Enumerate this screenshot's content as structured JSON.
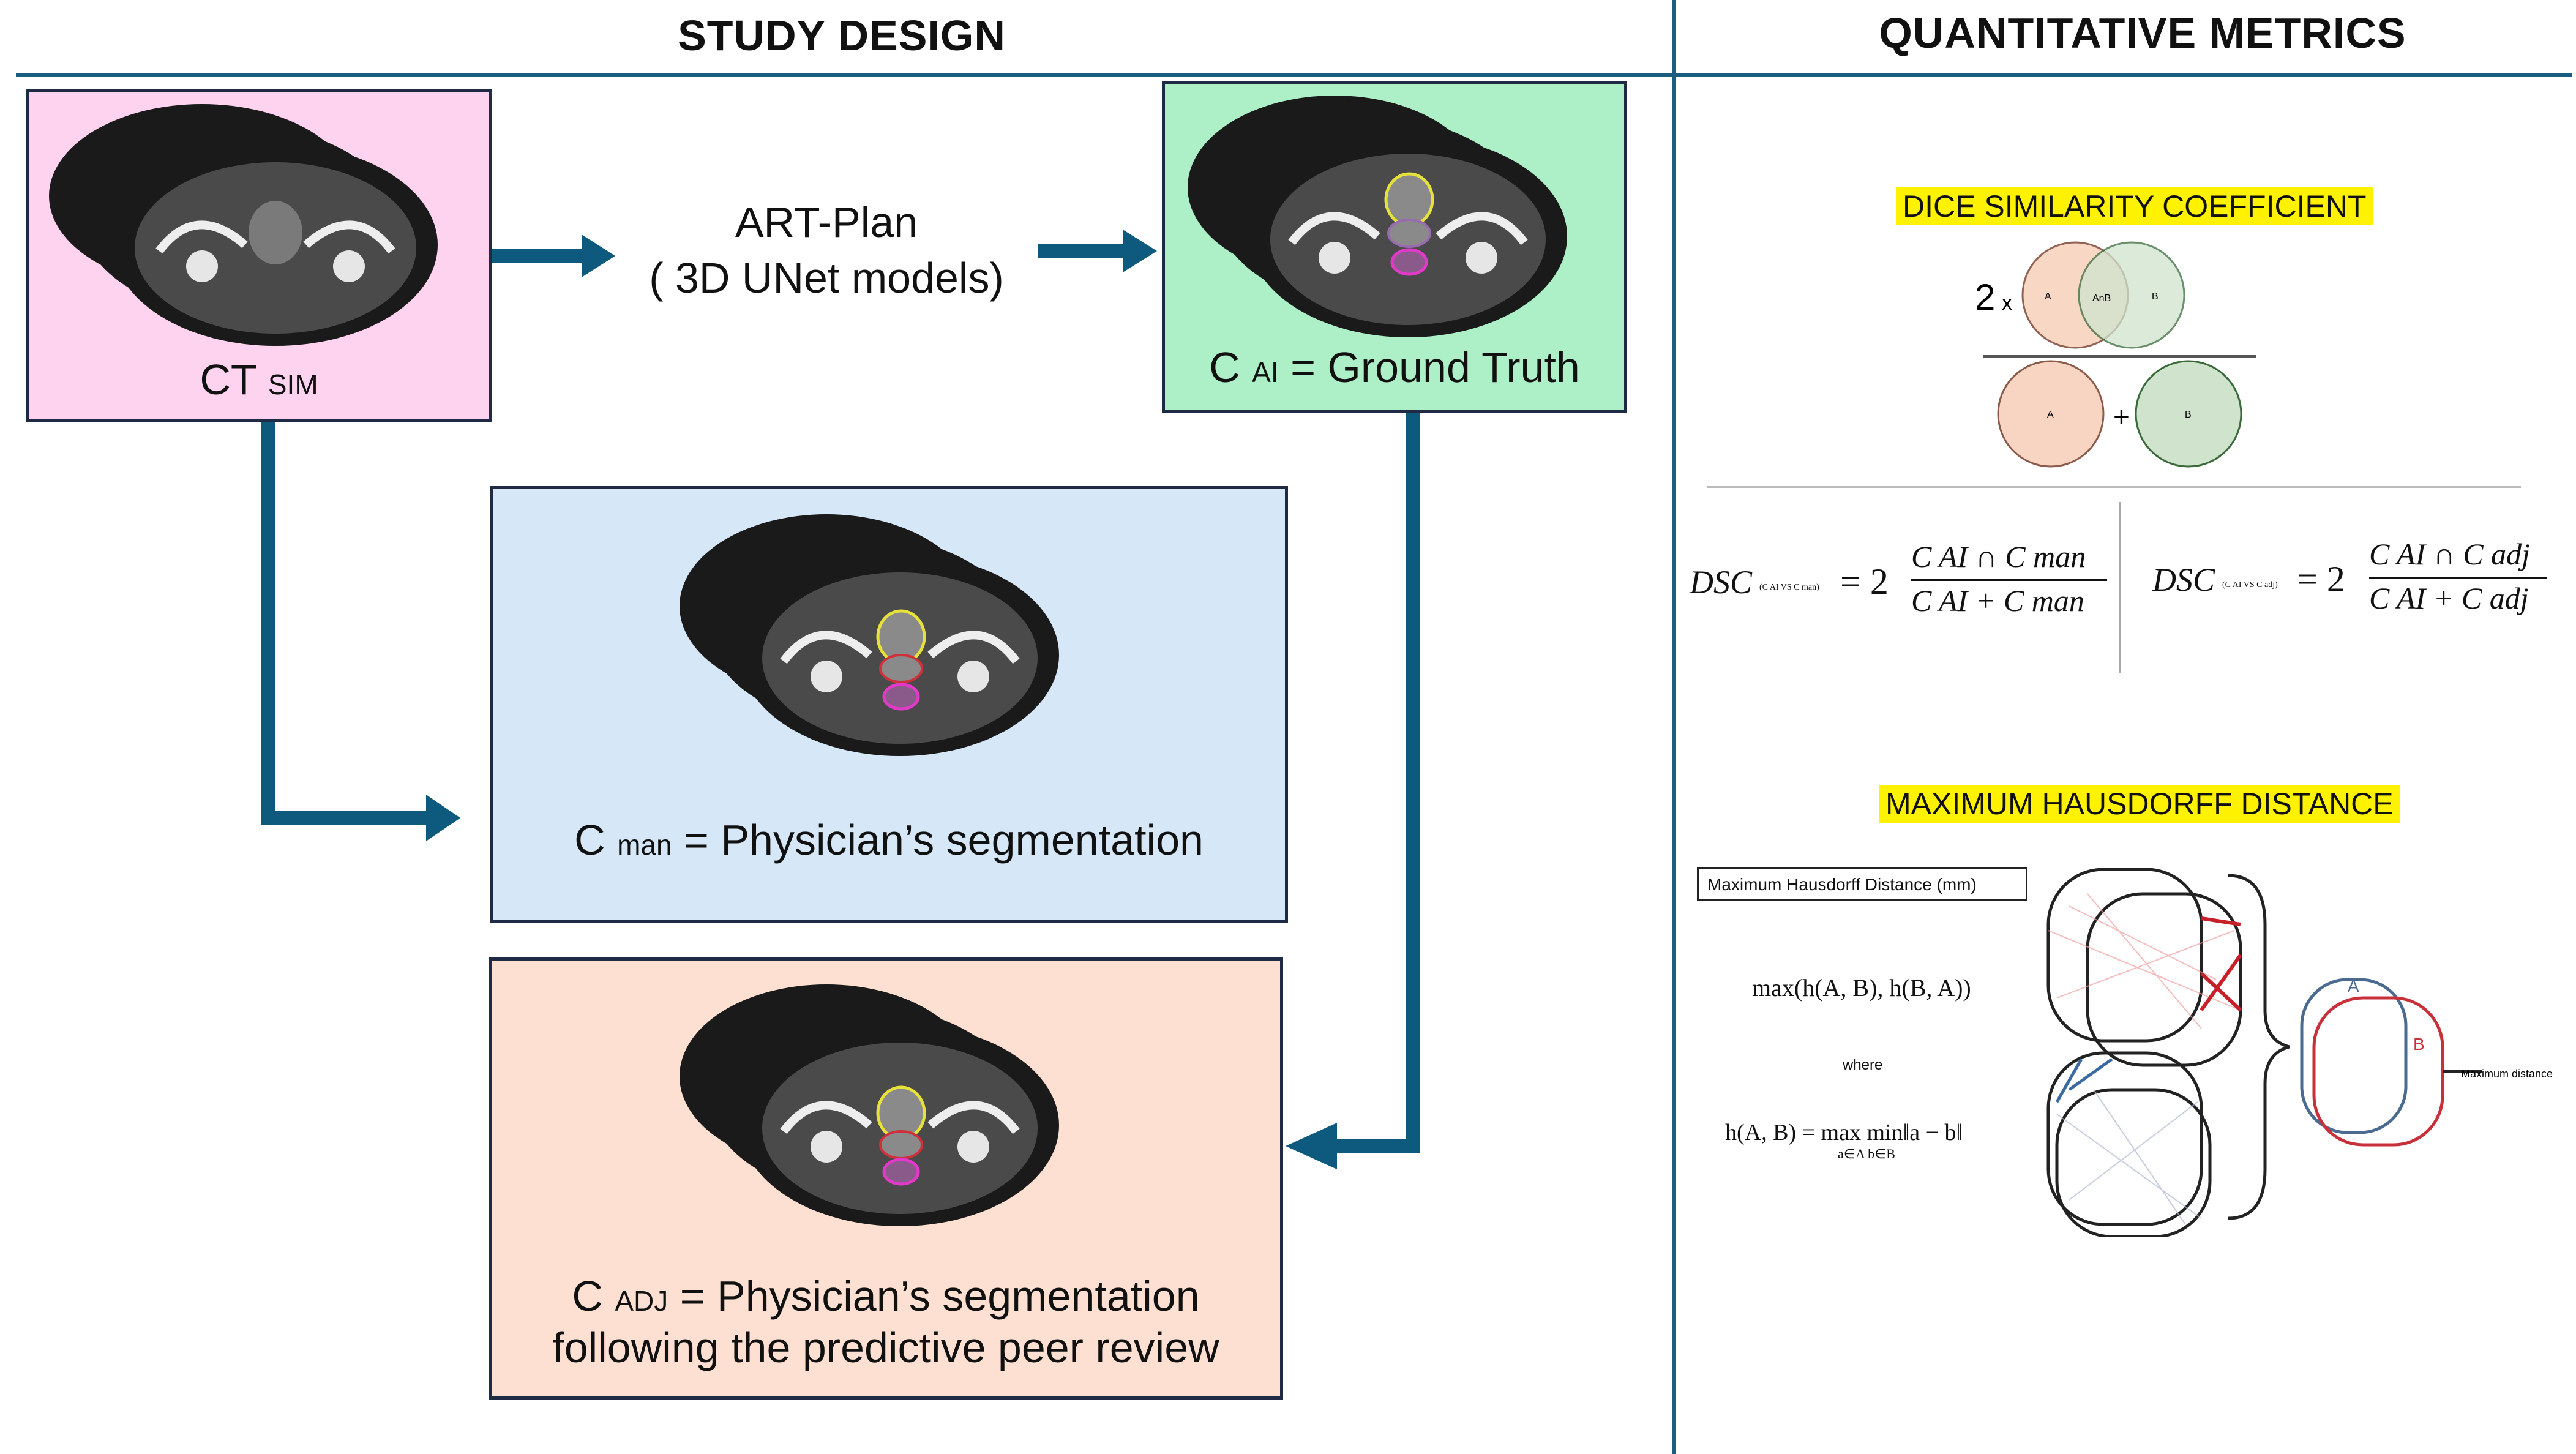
{
  "headers": {
    "study_design": "STUDY DESIGN",
    "quantitative_metrics": "QUANTITATIVE METRICS"
  },
  "study_design": {
    "ct_sim": {
      "main": "CT",
      "sub": "SIM"
    },
    "art_plan": {
      "line1": "ART-Plan",
      "line2": "( 3D UNet models)"
    },
    "c_ai": {
      "main": "C",
      "sub": "AI",
      "rest": "= Ground Truth"
    },
    "c_man": {
      "main": "C",
      "sub": "man",
      "rest": "= Physician’s segmentation"
    },
    "c_adj": {
      "main": "C",
      "sub": "ADJ",
      "rest": "= Physician’s segmentation",
      "line2": "following the predictive peer review"
    }
  },
  "metrics": {
    "dice_title": "DICE SIMILARITY COEFFICIENT",
    "dice_diagram": {
      "factor": "2",
      "times": "x",
      "a": "A",
      "b": "B",
      "intersection": "AnB",
      "plus": "+"
    },
    "dsc1": {
      "label": "DSC",
      "sub": "(C AI VS C man)",
      "eq": "= 2",
      "num": "C AI ∩ C man",
      "den": "C AI + C man"
    },
    "dsc2": {
      "label": "DSC",
      "sub": "(C AI VS C adj)",
      "eq": "= 2",
      "num": "C AI ∩ C adj",
      "den": "C AI + C adj"
    },
    "hausdorff_title": "MAXIMUM HAUSDORFF DISTANCE",
    "hd_box": "Maximum Hausdorff Distance (mm)",
    "hd_formula1": "max(h(A, B), h(B, A))",
    "hd_where": "where",
    "hd_formula2": "h(A, B) = max min‖a − b‖",
    "hd_formula2_sub": "a∈A  b∈B",
    "hd_a": "A",
    "hd_b": "B",
    "hd_maxdist": "Maximum distance"
  },
  "colors": {
    "ct_sim_bg": "#fdd3f0",
    "c_ai_bg": "#adf0c8",
    "c_man_bg": "#d6e8f7",
    "c_adj_bg": "#fde0d1",
    "arrow": "#0e5a7e",
    "divider": "#1a5f80",
    "highlight": "#fff200",
    "circle_a": "#f8d5c2",
    "circle_b": "#cfe3cd"
  }
}
